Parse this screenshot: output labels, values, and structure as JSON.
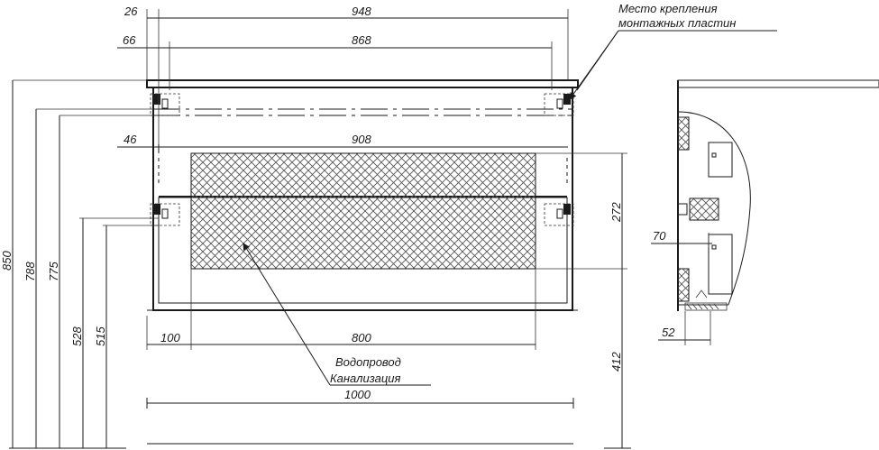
{
  "annotations": {
    "mount_place_line1": "Место крепления",
    "mount_place_line2": "монтажных пластин",
    "water_supply": "Водопровод",
    "sewage": "Канализация"
  },
  "dimensions": {
    "top_26": "26",
    "top_948": "948",
    "top_66": "66",
    "top_868": "868",
    "mid_46": "46",
    "mid_908": "908",
    "bottom_100": "100",
    "bottom_800": "800",
    "bottom_1000": "1000",
    "v_850": "850",
    "v_788": "788",
    "v_775": "775",
    "v_528": "528",
    "v_515": "515",
    "v_272": "272",
    "v_412": "412",
    "side_70": "70",
    "side_52": "52"
  },
  "colors": {
    "line": "#1a1a1a",
    "hatch": "#555555"
  }
}
